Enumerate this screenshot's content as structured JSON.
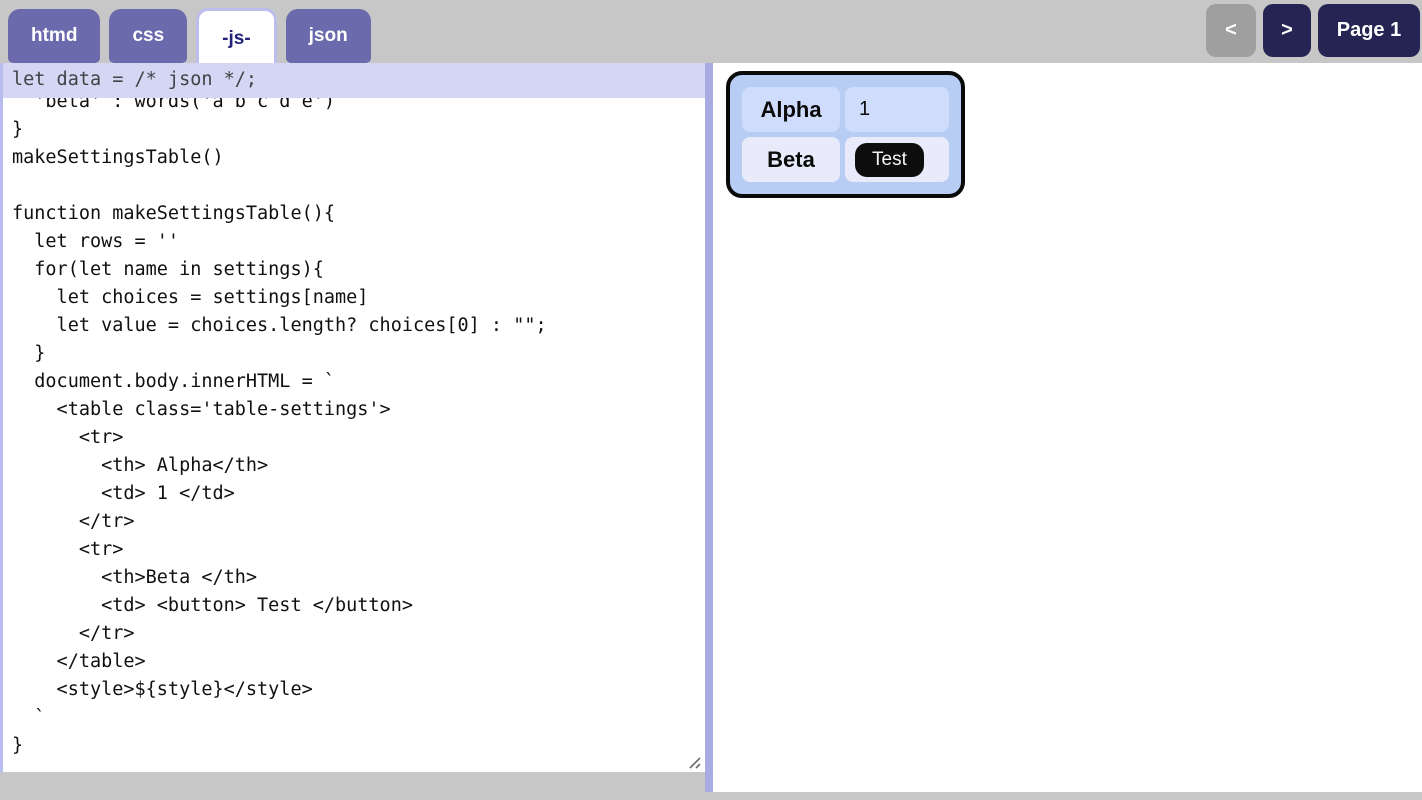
{
  "tabs": {
    "items": [
      {
        "label": "htmd",
        "active": false
      },
      {
        "label": "css",
        "active": false
      },
      {
        "label": "-js-",
        "active": true
      },
      {
        "label": "json",
        "active": false
      }
    ]
  },
  "pager": {
    "prev_label": "<",
    "next_label": ">",
    "page_label": "Page 1"
  },
  "editor": {
    "json_line": "let data = /* json */;",
    "js_code": "  'beta' : words('a b c d e')\n}\nmakeSettingsTable()\n\nfunction makeSettingsTable(){\n  let rows = ''\n  for(let name in settings){\n    let choices = settings[name]\n    let value = choices.length? choices[0] : \"\";\n  }\n  document.body.innerHTML = `\n    <table class='table-settings'>\n      <tr>\n        <th> Alpha</th>\n        <td> 1 </td>\n      </tr>\n      <tr>\n        <th>Beta </th>\n        <td> <button> Test </button>\n      </tr>\n    </table>\n    <style>${style}</style>\n  `\n}"
  },
  "preview": {
    "rows": [
      {
        "header": "Alpha",
        "value": "1"
      },
      {
        "header": "Beta",
        "button_label": "Test"
      }
    ]
  },
  "colors": {
    "tab_purple": "#6a6aad",
    "active_tab_text": "#23237d",
    "nav_navy": "#252453",
    "prev_gray": "#9f9f9f",
    "json_field_bg": "#d4d6f3",
    "divider": "#a9ace1",
    "table_bg": "#b7cdf4",
    "row1_cell_bg": "#cfdcfb",
    "row2_cell_bg": "#e9ebfa",
    "test_button_bg": "#0d0d0d"
  }
}
